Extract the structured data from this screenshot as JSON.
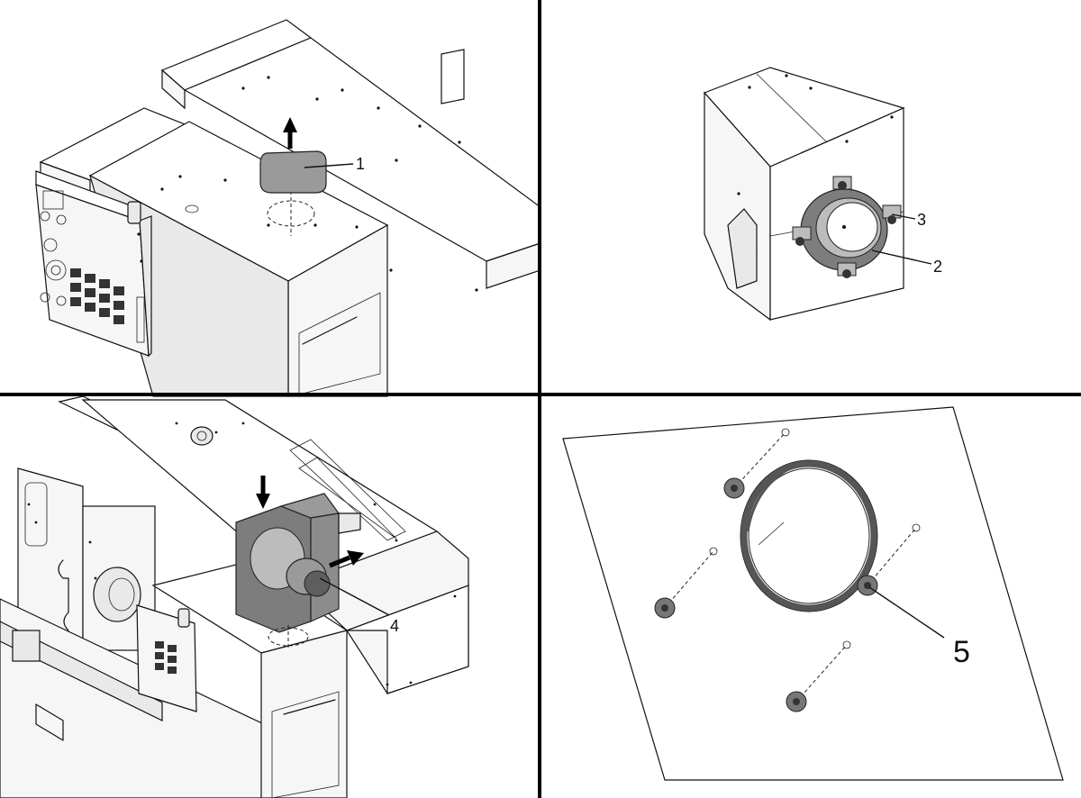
{
  "callouts": {
    "c1": "1",
    "c2": "2",
    "c3": "3",
    "c4": "4",
    "c5": "5"
  },
  "colors": {
    "part_highlight": "#9a9a9a",
    "line": "#111111",
    "divider": "#000000"
  }
}
